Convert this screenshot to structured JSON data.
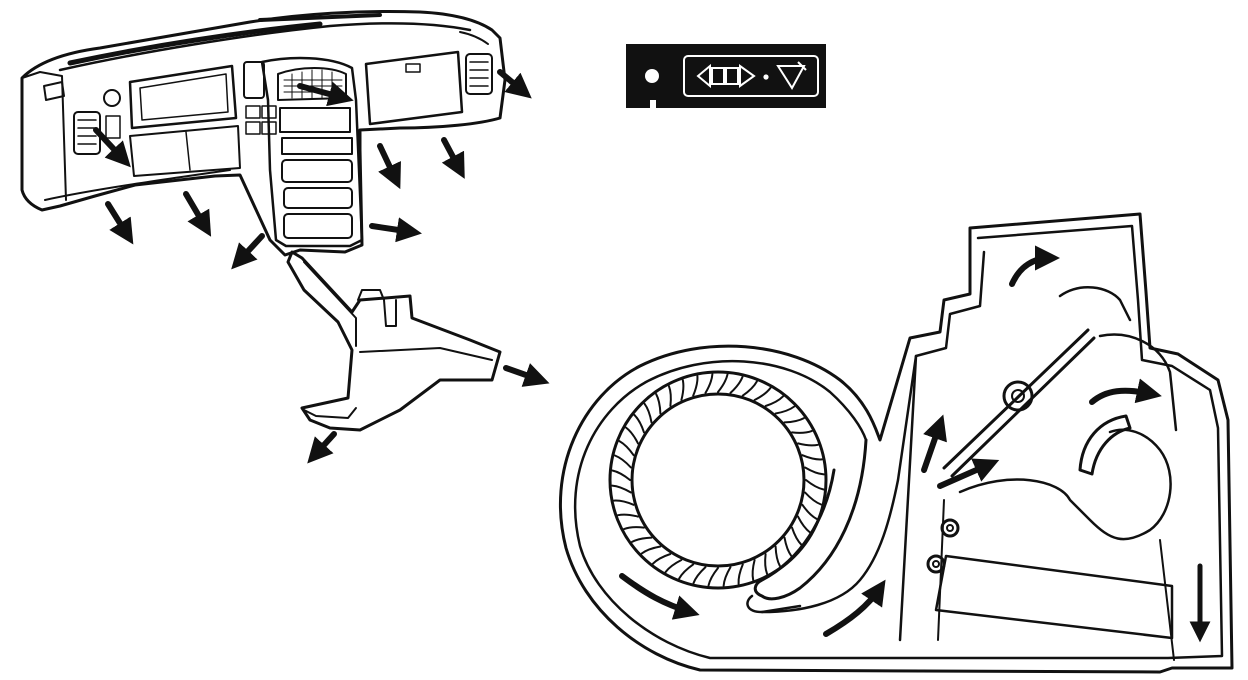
{
  "diagram": {
    "views": [
      {
        "id": "dashboard",
        "name": "dashboard-air-outlets"
      },
      {
        "id": "mode-symbol",
        "name": "mode-control-symbol"
      },
      {
        "id": "blower",
        "name": "heater-blower-airflow"
      }
    ],
    "icons": {
      "mode_symbol": "vent-floor-defrost-mode-icon",
      "fan": "blower-fan-icon",
      "flow": "airflow-arrow-icon"
    },
    "colors": {
      "ink": "#111111",
      "paper": "#ffffff"
    }
  }
}
